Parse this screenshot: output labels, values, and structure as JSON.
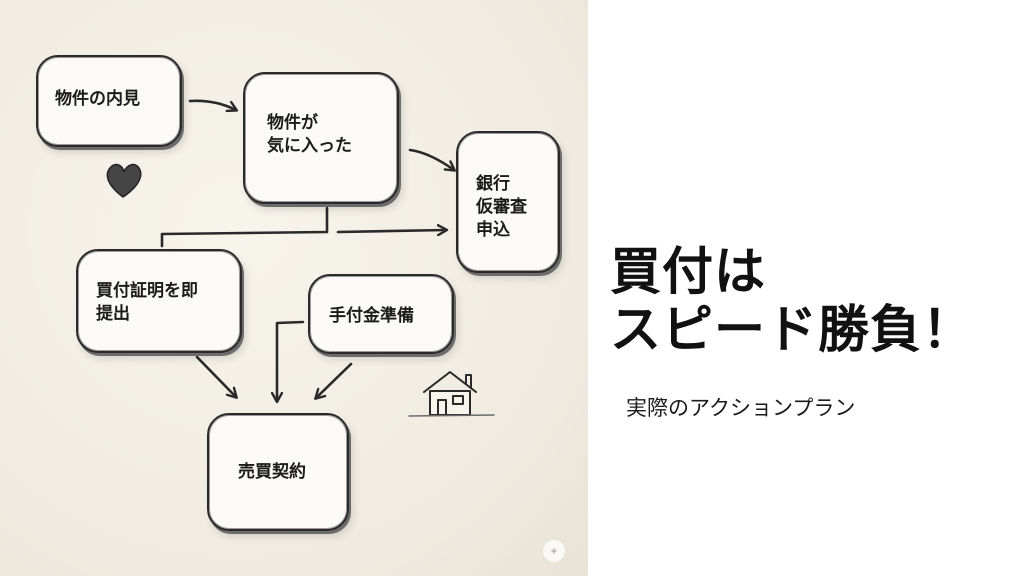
{
  "slide": {
    "title": "買付は\nスピード勝負！",
    "subtitle": "実際のアクションプラン"
  },
  "diagram": {
    "nodes": {
      "viewing": "物件の内見",
      "liked": "物件が\n気に入った",
      "bank_review": "銀行\n仮審査\n申込",
      "offer_letter": "買付証明を即\n提出",
      "deposit": "手付金準備",
      "contract": "売買契約"
    }
  },
  "icons": [
    "heart-icon",
    "house-icon",
    "gemini-sparkle-icon"
  ],
  "colors": {
    "ink": "#2a2a2a",
    "paper": "#f3f0e8",
    "heart": "#454545"
  }
}
